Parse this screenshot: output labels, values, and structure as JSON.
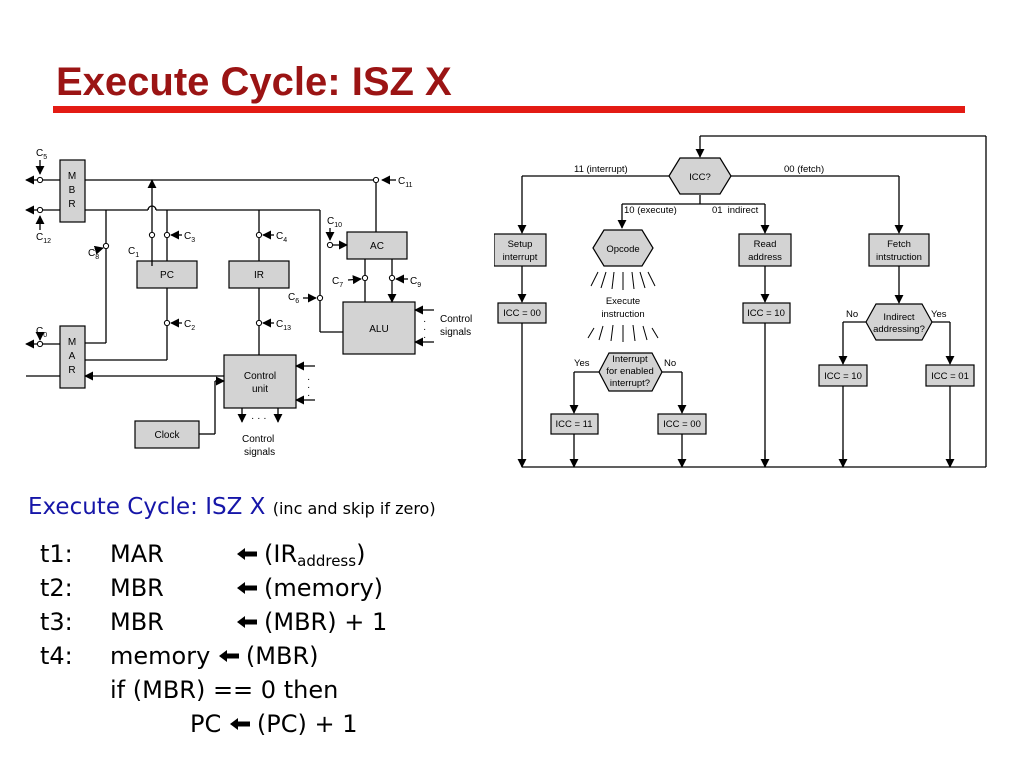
{
  "slide": {
    "title": "Execute Cycle: ISZ X"
  },
  "datapath": {
    "blocks": {
      "mbr": [
        "M",
        "B",
        "R"
      ],
      "mar": [
        "M",
        "A",
        "R"
      ],
      "pc": "PC",
      "ir": "IR",
      "ac": "AC",
      "alu": "ALU",
      "control_unit": [
        "Control",
        "unit"
      ],
      "clock": "Clock"
    },
    "signals": {
      "c5": "5",
      "c11": "11",
      "c12": "12",
      "c8": "8",
      "c1": "1",
      "c3": "3",
      "c4": "4",
      "c10": "10",
      "c7": "7",
      "c9": "9",
      "c6": "6",
      "c2": "2",
      "c13": "13",
      "c0": "0"
    },
    "signal_prefix": "C",
    "control_signals_right": [
      "Control",
      "signals"
    ],
    "control_signals_bottom": [
      "Control",
      "signals"
    ]
  },
  "flowchart": {
    "icc_question": "ICC?",
    "branch_interrupt": "11 (interrupt)",
    "branch_fetch": "00 (fetch)",
    "branch_execute": "10 (execute)",
    "branch_indirect_code": "01",
    "branch_indirect": "indirect",
    "setup_interrupt": [
      "Setup",
      "interrupt"
    ],
    "opcode": "Opcode",
    "execute_instruction": [
      "Execute",
      "instruction"
    ],
    "read_address": [
      "Read",
      "address"
    ],
    "fetch_instruction": [
      "Fetch",
      "intstruction"
    ],
    "icc_00_a": "ICC = 00",
    "icc_10_a": "ICC = 10",
    "indirect_addressing": [
      "Indirect",
      "addressing?"
    ],
    "no": "No",
    "yes": "Yes",
    "icc_10_b": "ICC = 10",
    "icc_01": "ICC = 01",
    "interrupt_question": [
      "Interrupt",
      "for enabled",
      "interrupt?"
    ],
    "icc_11": "ICC = 11",
    "icc_00_b": "ICC = 00"
  },
  "execute": {
    "heading": "Execute Cycle: ISZ X",
    "heading_note": "(inc and skip if zero)"
  },
  "rtl": {
    "t1": {
      "step": "t1:",
      "reg": "MAR",
      "pre": "(IR",
      "sub": "address",
      "post": ")"
    },
    "t2": {
      "step": "t2:",
      "reg": "MBR",
      "rhs": "(memory)"
    },
    "t3": {
      "step": "t3:",
      "reg": "MBR",
      "rhs": "(MBR) + 1"
    },
    "t4": {
      "step": "t4:",
      "reg": "memory",
      "rhs": "(MBR)"
    },
    "cond": "if (MBR) == 0 then",
    "pc": {
      "reg": "PC",
      "rhs": "(PC) + 1"
    }
  },
  "colors": {
    "title": "#9b1414",
    "rule": "#e31b14",
    "heading": "#1616a8",
    "box_fill": "#d3d3d3"
  }
}
